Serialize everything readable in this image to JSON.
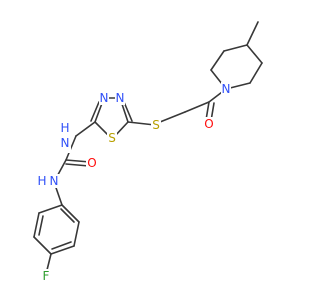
{
  "colors": {
    "background": "#ffffff",
    "bond": "#383838",
    "nitrogen": "#3050F8",
    "sulfur": "#B8A000",
    "oxygen": "#FF0D0D",
    "fluorine": "#2E9E2E"
  },
  "atoms": {
    "n_triazole_left": "N",
    "n_triazole_right": "N",
    "s_ring": "S",
    "s_thioether": "S",
    "nh_upper": "H",
    "nh_upper_n": "N",
    "nh_lower": "H",
    "nh_lower_n": "N",
    "o_urea": "O",
    "o_ketone": "O",
    "n_piperidine": "N",
    "f_aryl": "F"
  }
}
